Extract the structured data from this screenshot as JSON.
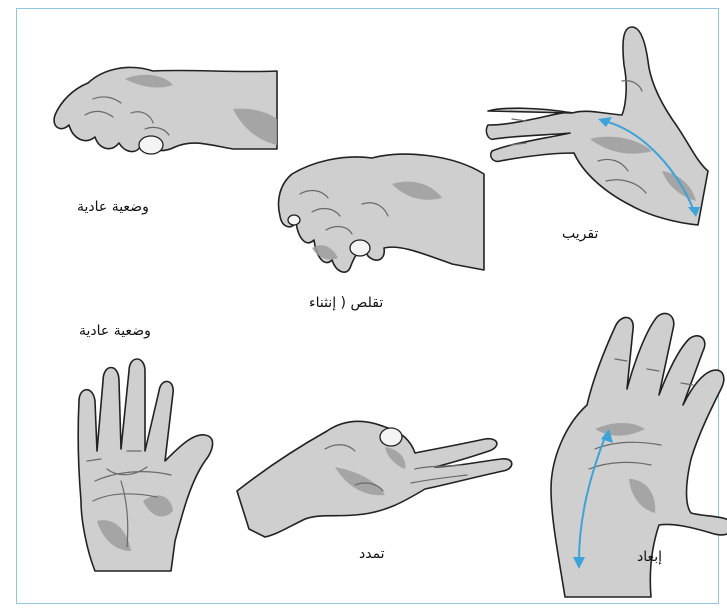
{
  "captions": {
    "normal_top": "وضعية عادية",
    "flexion": "تقلص ( إنثناء",
    "adduction": "تقريب",
    "normal_bottom": "وضعية عادية",
    "extension": "تمدد",
    "abduction": "إبعاد"
  },
  "colors": {
    "frame": "#8fc6e0",
    "skin": "#cfcfcf",
    "arrow": "#3ea3d8"
  }
}
